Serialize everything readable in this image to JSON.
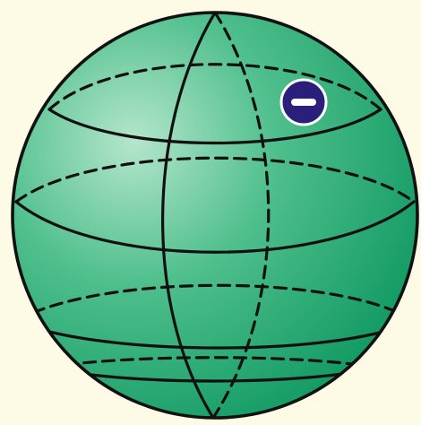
{
  "diagram": {
    "subject": "sphere-with-negative-charge",
    "colors": {
      "background": "#fdfbe6",
      "sphere_light": "#b4e6cc",
      "sphere_mid": "#4fbf8c",
      "sphere_dark": "#129a63",
      "outline": "#111111",
      "charge_fill": "#2a1f7a",
      "charge_sign": "#ffffff"
    },
    "charge": {
      "sign": "negative",
      "count": 1
    },
    "latitude_lines": 4,
    "meridian_lines": 2
  }
}
